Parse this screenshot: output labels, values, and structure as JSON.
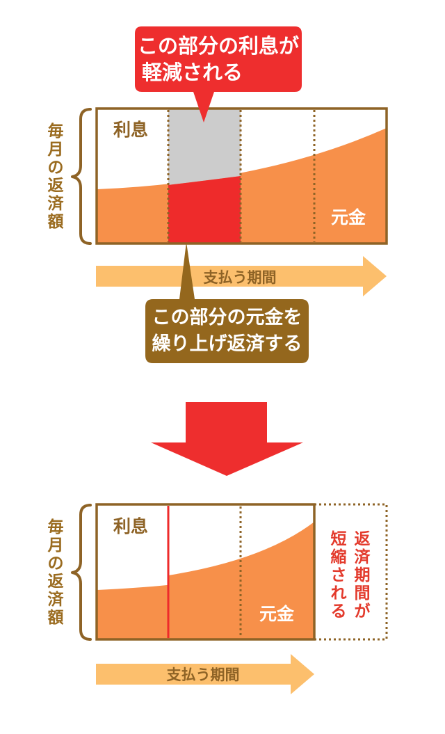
{
  "colors": {
    "frame": "#8e6326",
    "principal": "#f7904a",
    "highlight_red": "#ee2b2b",
    "interest_gray": "#cccccc",
    "arrow_yellow": "#fcbf6d",
    "callout_red": "#ee2e2e",
    "callout_brown": "#94671d",
    "down_arrow": "#ee2e2e",
    "shortened_text": "#e33a2c",
    "axis_text": "#9a6b1f"
  },
  "top_diagram": {
    "interest_label": "利息",
    "principal_label": "元金",
    "y_axis_label": "毎月の返済額",
    "time_arrow_label": "支払う期間",
    "callout_interest": {
      "line1": "この部分の利息が",
      "line2": "軽減される"
    },
    "callout_prepay": {
      "line1": "この部分の元金を",
      "line2": "繰り上げ返済する"
    }
  },
  "bottom_diagram": {
    "interest_label": "利息",
    "principal_label": "元金",
    "y_axis_label": "毎月の返済額",
    "time_arrow_label": "支払う期間",
    "shortened_col1": "返済期間が",
    "shortened_col2": "短縮される"
  },
  "icons": {
    "transition_arrow": "down-arrow-icon",
    "time_arrow": "right-arrow-icon",
    "bracket": "curly-brace-icon"
  }
}
